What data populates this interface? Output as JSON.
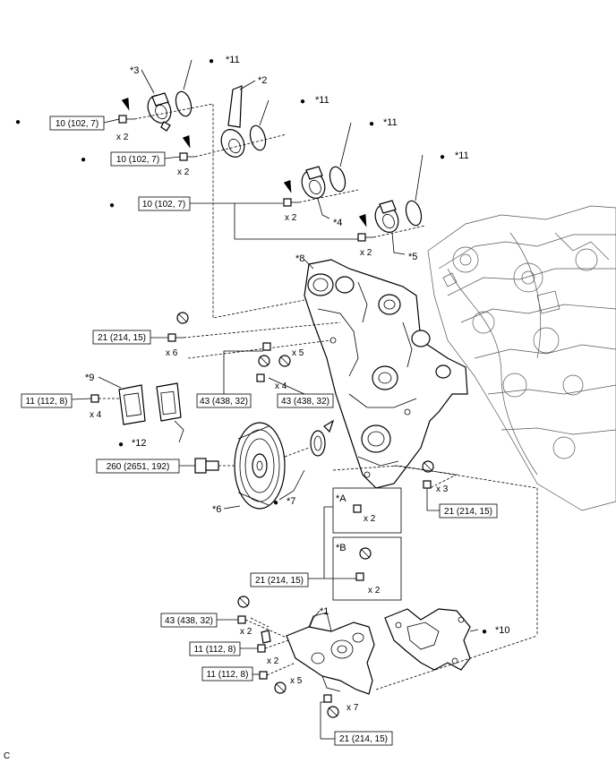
{
  "footer_code": "C",
  "bullet_symbol": "●",
  "callouts": {
    "c1": "*1",
    "c2": "*2",
    "c3": "*3",
    "c4": "*4",
    "c5": "*5",
    "c6": "*6",
    "c7": "*7",
    "c8": "*8",
    "c9": "*9",
    "c10": "*10",
    "c11a": "*11",
    "c11b": "*11",
    "c11c": "*11",
    "c11d": "*11",
    "c12": "*12",
    "cA": "*A",
    "cB": "*B"
  },
  "torque": {
    "t1": "10 (102, 7)",
    "t2": "10 (102, 7)",
    "t3": "10 (102, 7)",
    "t4": "21 (214, 15)",
    "t5": "43 (438, 32)",
    "t6": "43 (438, 32)",
    "t7": "11 (112, 8)",
    "t8": "260 (2651, 192)",
    "t9": "21 (214, 15)",
    "t10": "21 (214, 15)",
    "t11": "43 (438, 32)",
    "t12": "11 (112, 8)",
    "t13": "11 (112, 8)",
    "t14": "21 (214, 15)"
  },
  "qty": {
    "q1": "x 2",
    "q2": "x 2",
    "q3": "x 2",
    "q4": "x 2",
    "q5": "x 6",
    "q6": "x 5",
    "q7": "x 4",
    "q8": "x 4",
    "q9": "x 3",
    "q10": "x 2",
    "q11": "x 2",
    "q12": "x 2",
    "q13": "x 2",
    "q14": "x 5",
    "q15": "x 7"
  }
}
